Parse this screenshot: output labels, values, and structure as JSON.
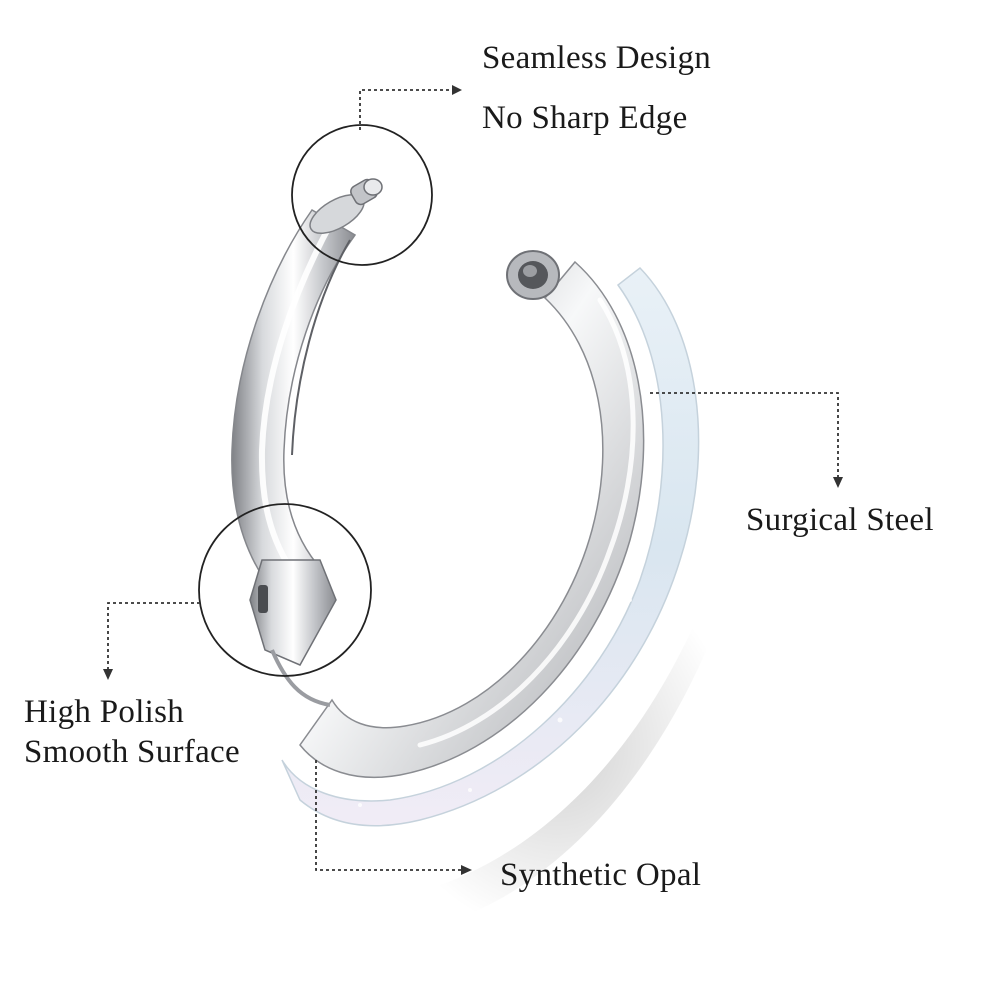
{
  "product": {
    "name": "hinged nose ring with synthetic opal inlay",
    "colors": {
      "steel_light": "#f4f5f6",
      "steel_mid": "#c9cbce",
      "steel_dark": "#8e9095",
      "opal": "#e6eef5",
      "leader_line": "#333333"
    }
  },
  "callouts": {
    "seamless_design": "Seamless Design",
    "no_sharp_edge": "No Sharp Edge",
    "surgical_steel": "Surgical Steel",
    "high_polish": "High Polish",
    "smooth_surface": "Smooth Surface",
    "synthetic_opal": "Synthetic Opal"
  }
}
